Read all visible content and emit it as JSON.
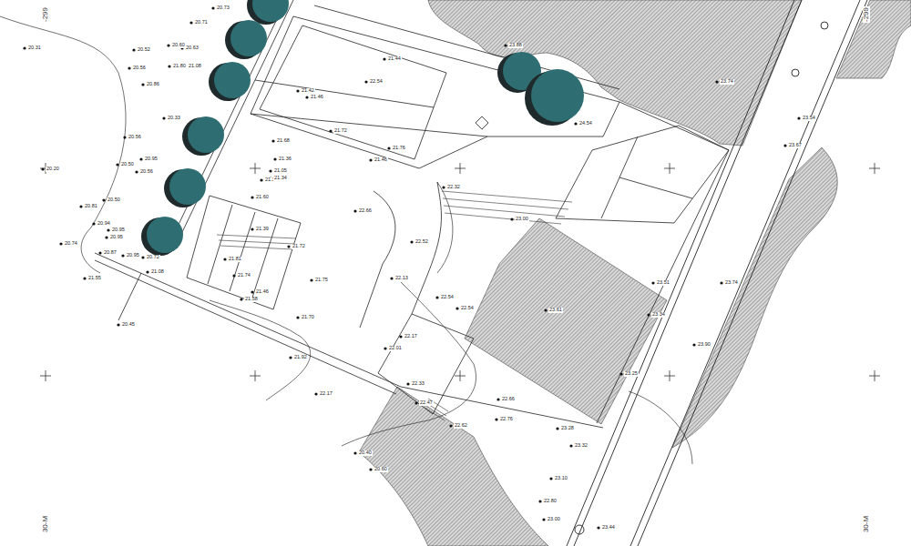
{
  "diagram": {
    "labels": [
      "-299",
      "-299",
      "30-M",
      "30-M",
      "20.31",
      "20.52",
      "20.60",
      "20.63",
      "20.71",
      "20.73",
      "21.80",
      "21.08",
      "20.56",
      "20.86",
      "20.33",
      "20.56",
      "20.95",
      "20.56",
      "20.50",
      "20.20",
      "20.50",
      "20.81",
      "20.94",
      "20.95",
      "20.95",
      "20.74",
      "20.87",
      "20.95",
      "20.72",
      "21.08",
      "21.55",
      "20.45",
      "21.42",
      "21.46",
      "21.72",
      "21.68",
      "21.36",
      "21.05",
      "21.33",
      "21.34",
      "21.44",
      "22.54",
      "21.76",
      "21.46",
      "22.32",
      "22.66",
      "21.39",
      "21.60",
      "21.72",
      "21.81",
      "21.74",
      "21.75",
      "21.46",
      "21.58",
      "21.70",
      "21.92",
      "22.13",
      "22.52",
      "22.17",
      "22.01",
      "22.54",
      "22.54",
      "22.33",
      "22.17",
      "22.66",
      "22.76",
      "22.62",
      "23.28",
      "22.47",
      "24.54",
      "23.88",
      "23.74",
      "23.00",
      "23.61",
      "23.51",
      "23.34",
      "23.25",
      "23.74",
      "23.90",
      "23.54",
      "23.67",
      "20.40",
      "20.60",
      "23.32",
      "23.10",
      "22.80",
      "23.00",
      "23.44"
    ]
  }
}
